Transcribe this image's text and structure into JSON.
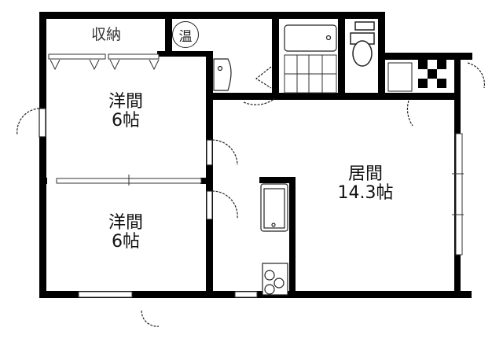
{
  "floorplan": {
    "rooms": [
      {
        "id": "storage",
        "name": "収納",
        "size": ""
      },
      {
        "id": "western-room-1",
        "name": "洋間",
        "size": "6帖"
      },
      {
        "id": "western-room-2",
        "name": "洋間",
        "size": "6帖"
      },
      {
        "id": "living-room",
        "name": "居間",
        "size": "14.3帖"
      }
    ],
    "symbols": {
      "water_heater": "温"
    },
    "colors": {
      "wall": "#000000",
      "background": "#ffffff"
    }
  }
}
